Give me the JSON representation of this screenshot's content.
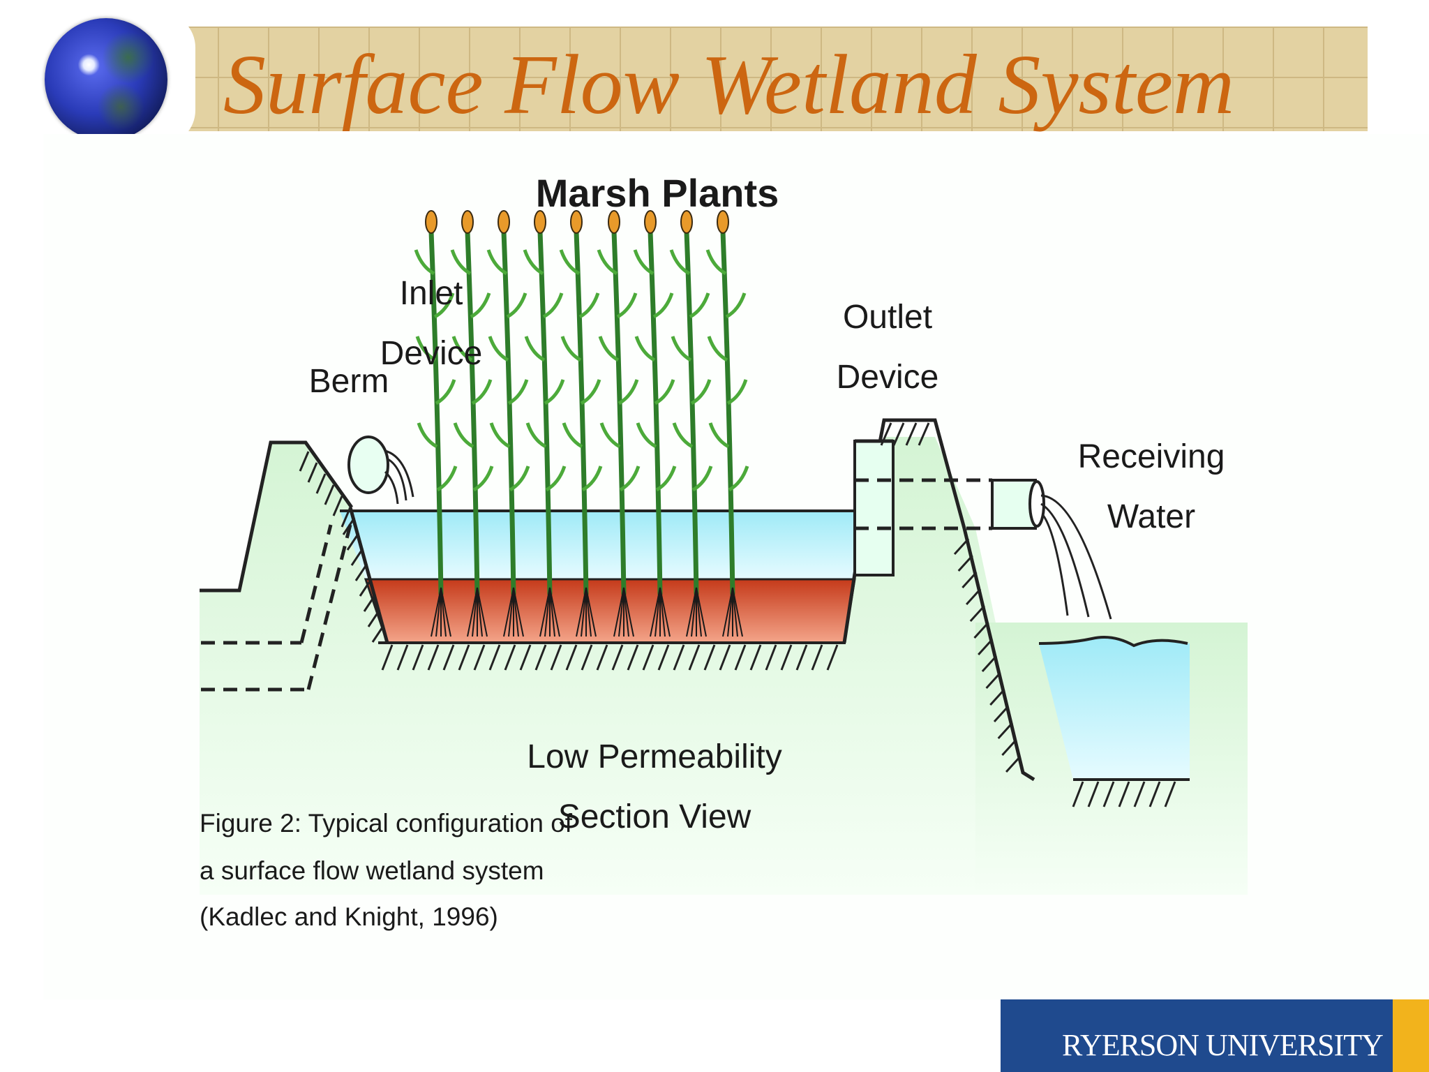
{
  "slide": {
    "title": "Surface Flow Wetland System"
  },
  "diagram": {
    "heading": "Marsh Plants",
    "labels": {
      "berm": "Berm",
      "inlet_line1": "Inlet",
      "inlet_line2": "Device",
      "outlet_line1": "Outlet",
      "outlet_line2": "Device",
      "receiving_line1": "Receiving",
      "receiving_line2": "Water",
      "low_perm_line1": "Low Permeability",
      "low_perm_line2": "Section View"
    },
    "caption": {
      "line1": "Figure 2: Typical configuration of",
      "line2": "a surface flow wetland system",
      "line3": "(Kadlec and Knight, 1996)"
    },
    "colors": {
      "ground": "#d8f5d8",
      "water": "#a8ecf6",
      "sediment": "#d9552e",
      "plant": "#2e7d2a",
      "title": "#cc6611"
    }
  },
  "logo": {
    "text": "RYERSON UNIVERSITY",
    "colors": {
      "blue": "#1f4a8e",
      "gold": "#f2b31c"
    }
  }
}
